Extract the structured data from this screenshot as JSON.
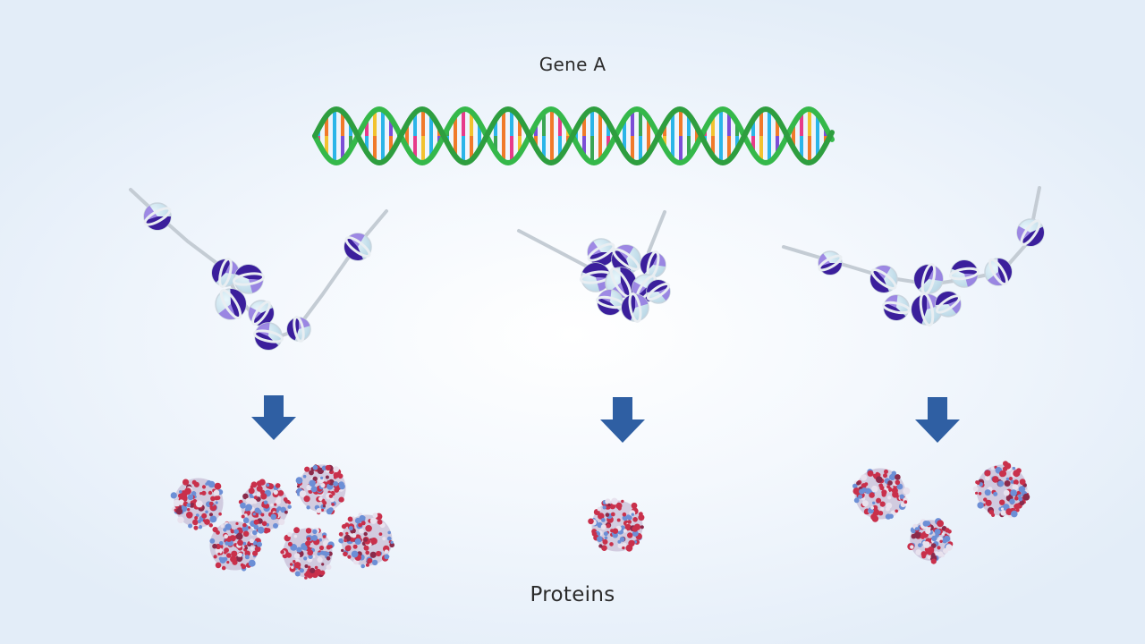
{
  "diagram": {
    "gene_label": "Gene A",
    "proteins_label": "Proteins",
    "columns": [
      {
        "name": "left",
        "chromatin_state": "open",
        "protein_count": 6
      },
      {
        "name": "middle",
        "chromatin_state": "compact",
        "protein_count": 1
      },
      {
        "name": "right",
        "chromatin_state": "open",
        "protein_count": 3
      }
    ],
    "colors": {
      "dna_backbone": "#35b84a",
      "arrow": "#2f5fa3",
      "histone_dark": "#3b1f9c",
      "histone_light": "#9fdcf0",
      "protein_red": "#c9304b",
      "protein_blue": "#6c8fd6"
    },
    "icons": [
      "dna-helix-icon",
      "nucleosome-icon",
      "down-arrow-icon",
      "protein-icon"
    ]
  }
}
